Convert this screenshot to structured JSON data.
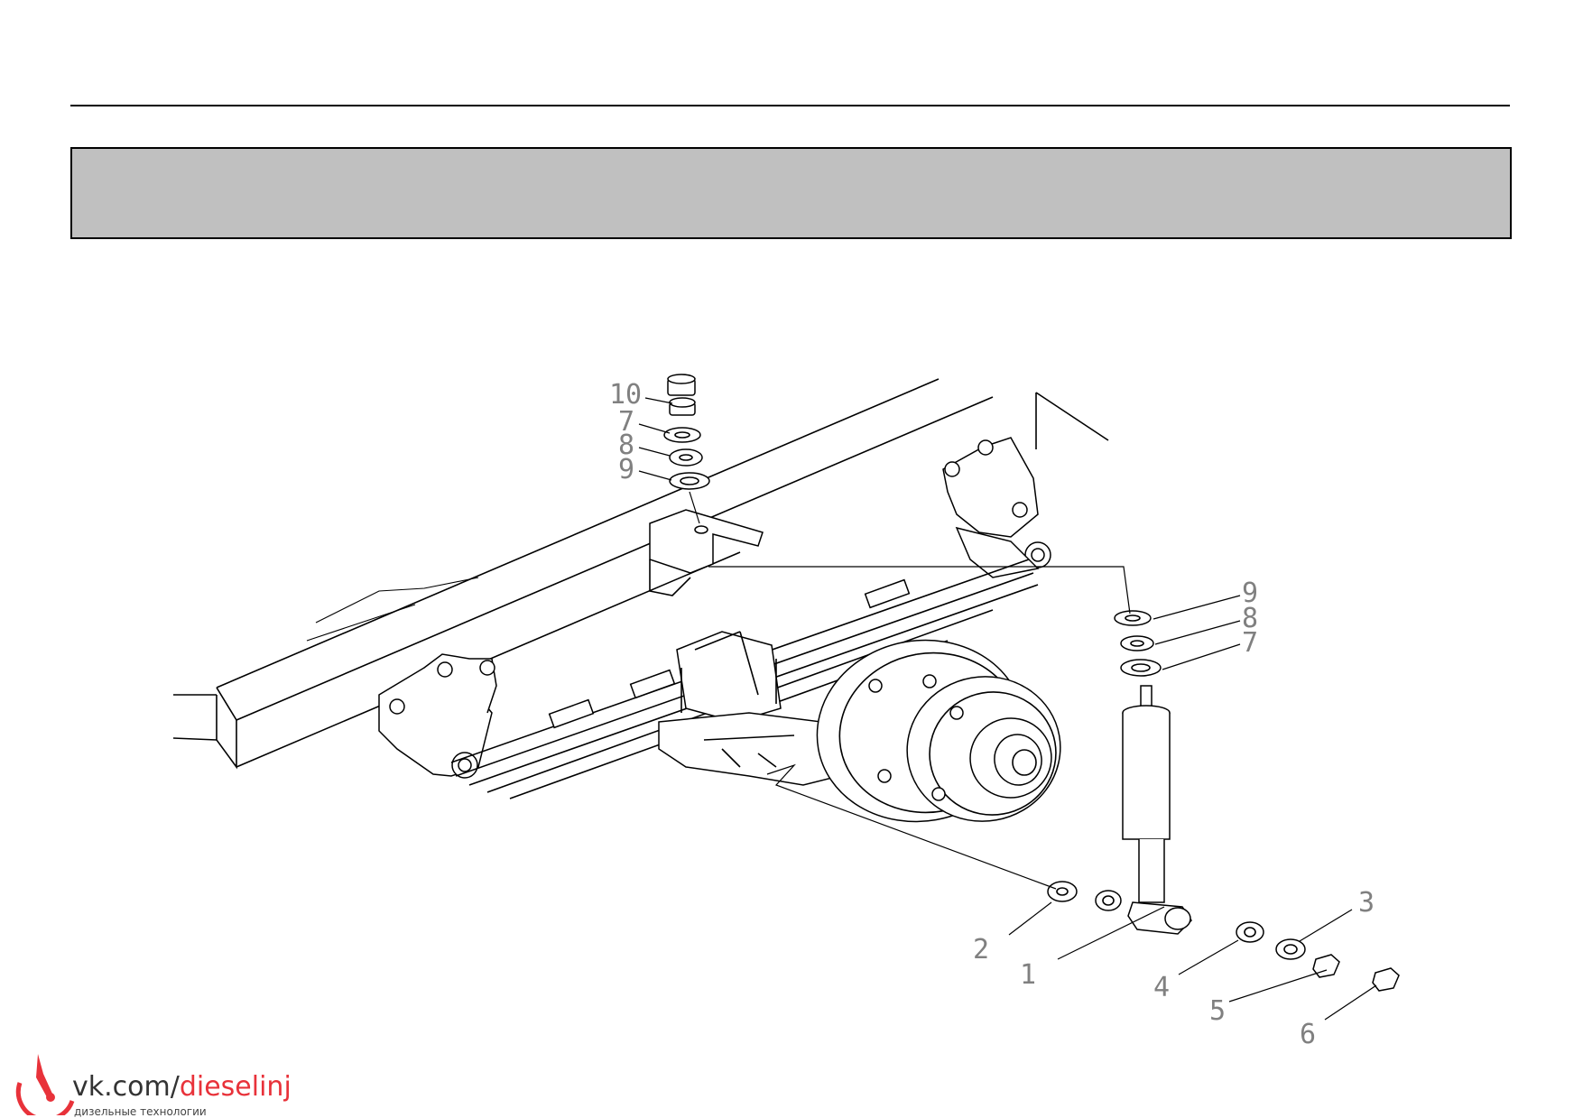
{
  "header": {
    "band_text": ""
  },
  "callouts": [
    "10",
    "7",
    "8",
    "9",
    "9",
    "8",
    "7",
    "2",
    "1",
    "4",
    "3",
    "5",
    "6"
  ],
  "watermark": {
    "prefix": "vk.com/",
    "accent": "dieselinj",
    "subtitle": "дизельные технологии",
    "accent_color": "#e8323a"
  }
}
